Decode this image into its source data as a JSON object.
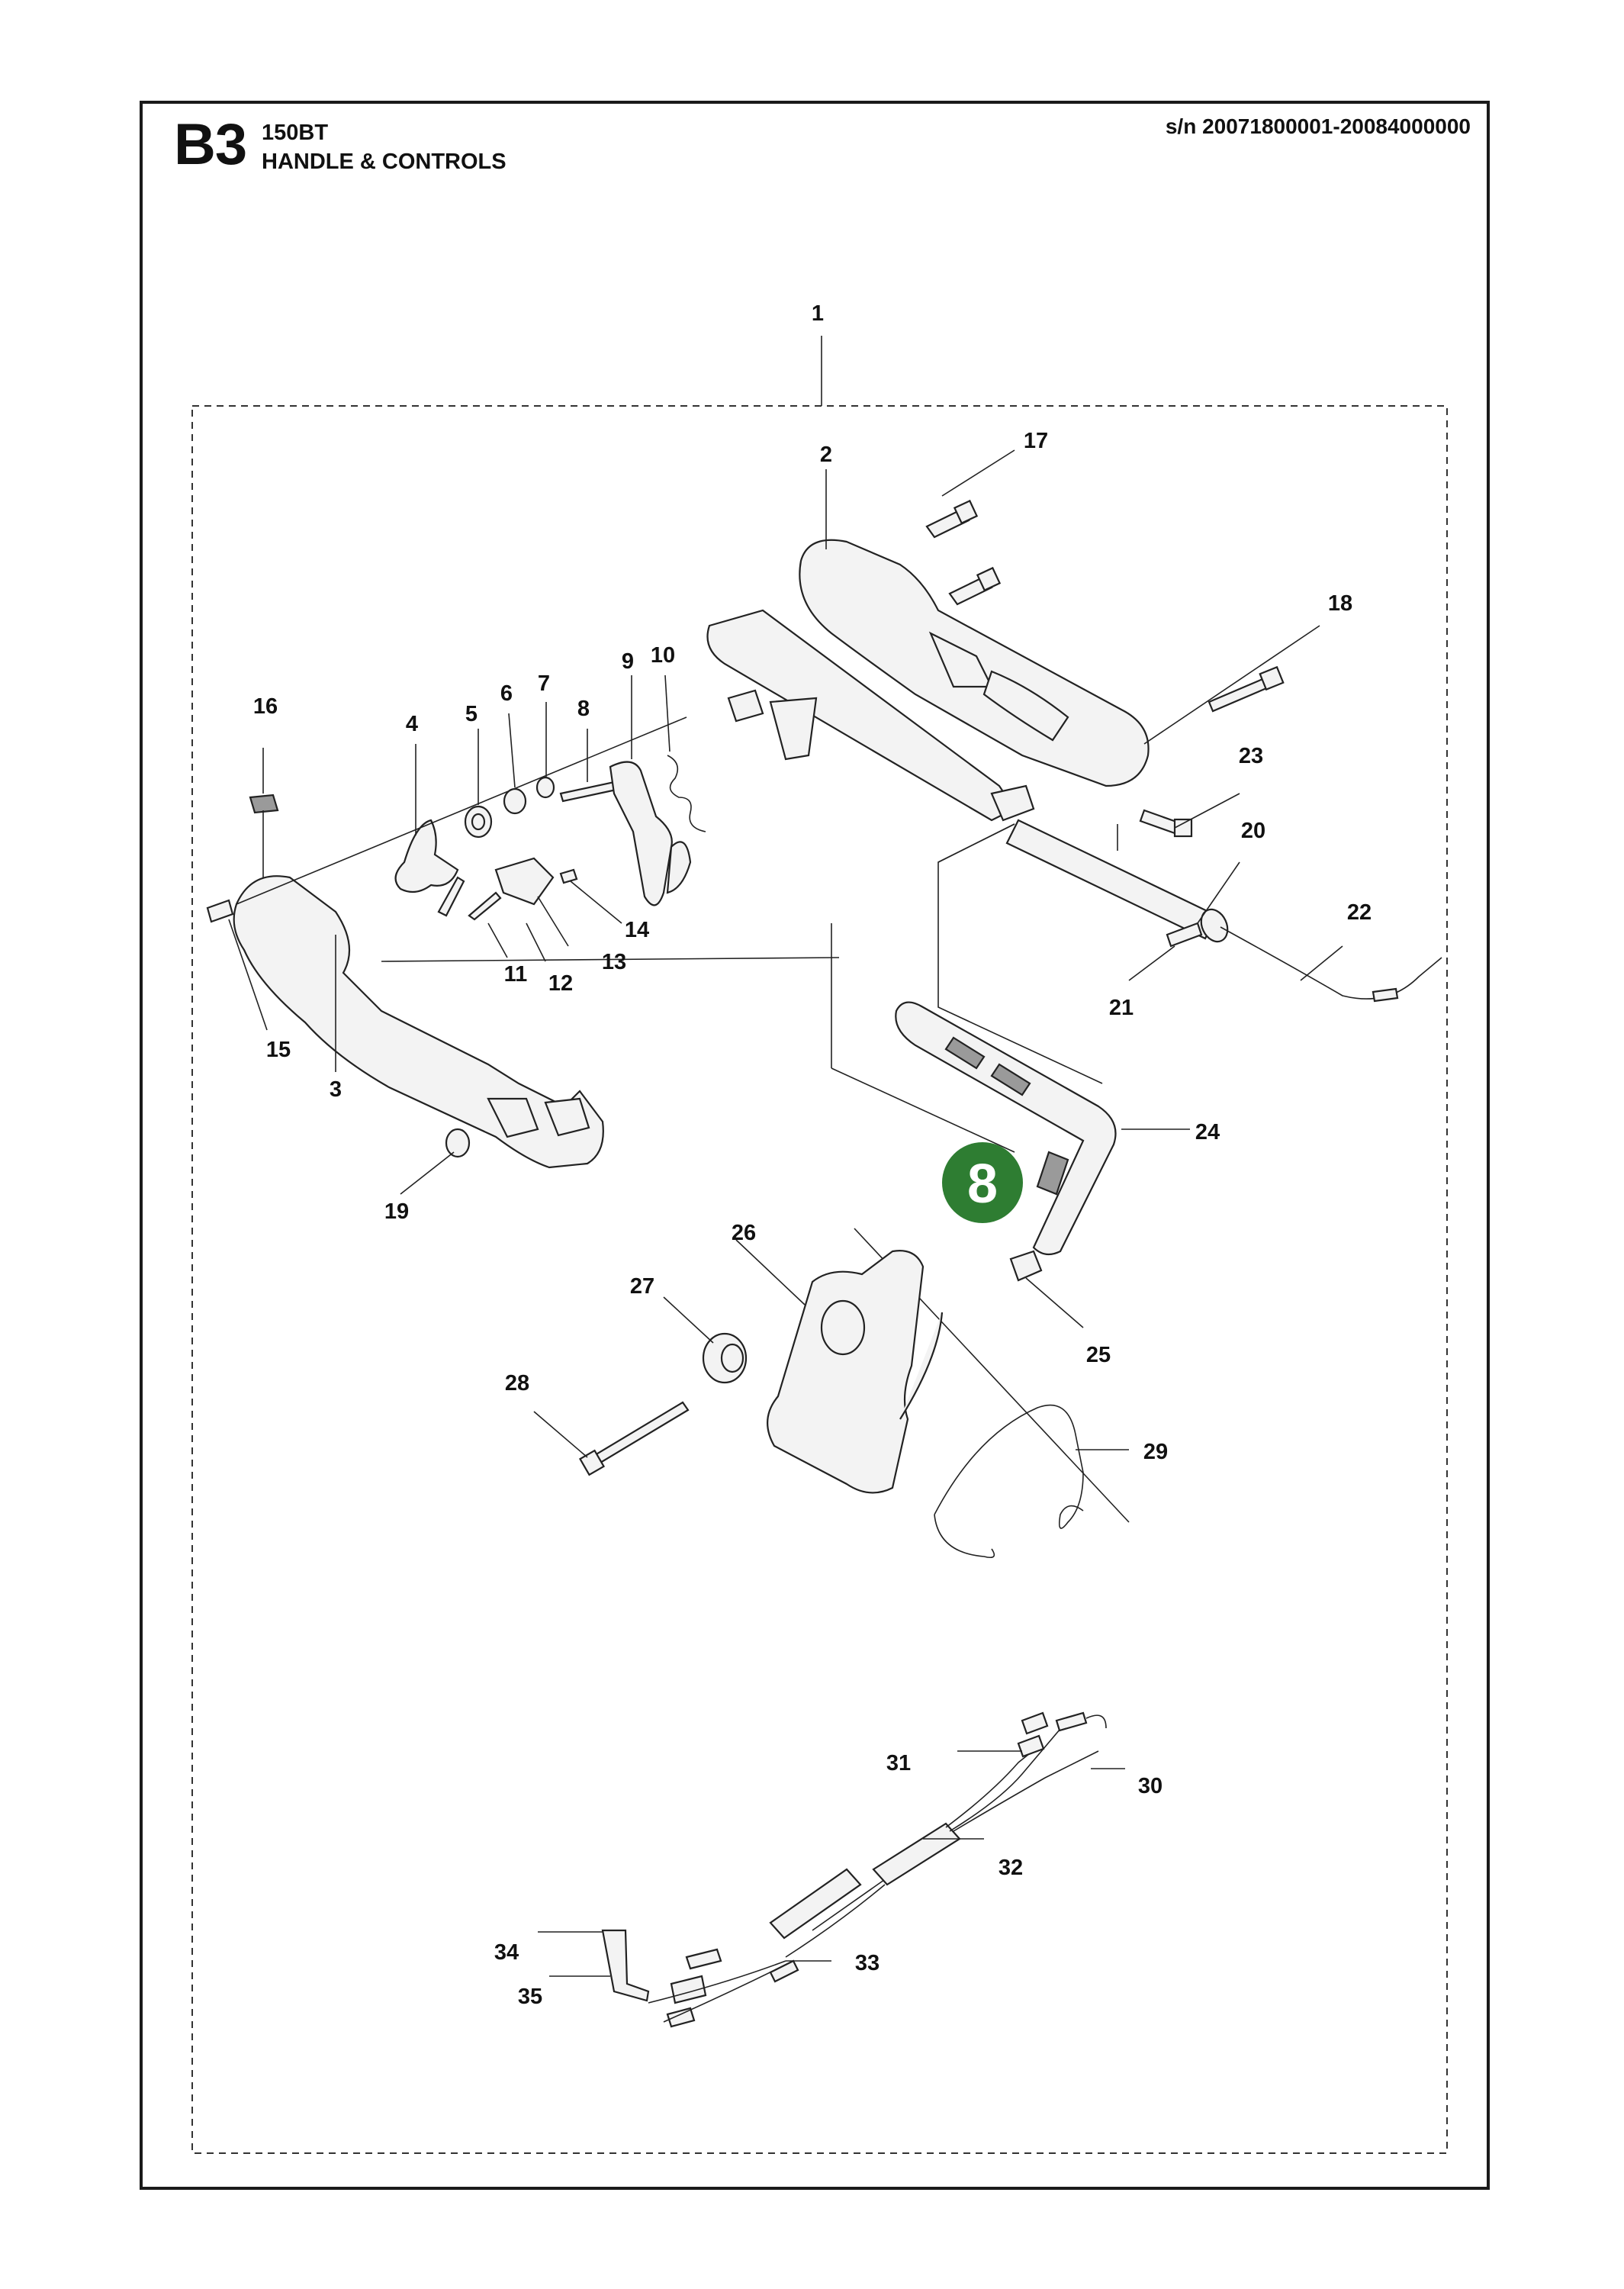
{
  "header": {
    "section_code": "B3",
    "model": "150BT",
    "title": "HANDLE & CONTROLS",
    "serial_range": "s/n 20071800001-20084000000"
  },
  "badge": {
    "label": "8",
    "color": "#2e7d32"
  },
  "callouts": [
    "1",
    "2",
    "3",
    "4",
    "5",
    "6",
    "7",
    "8",
    "9",
    "10",
    "11",
    "12",
    "13",
    "14",
    "15",
    "16",
    "17",
    "18",
    "19",
    "20",
    "21",
    "22",
    "23",
    "24",
    "25",
    "26",
    "27",
    "28",
    "29",
    "30",
    "31",
    "32",
    "33",
    "34",
    "35"
  ],
  "colors": {
    "line": "#222222",
    "background": "#ffffff",
    "badge": "#2e7d32"
  }
}
